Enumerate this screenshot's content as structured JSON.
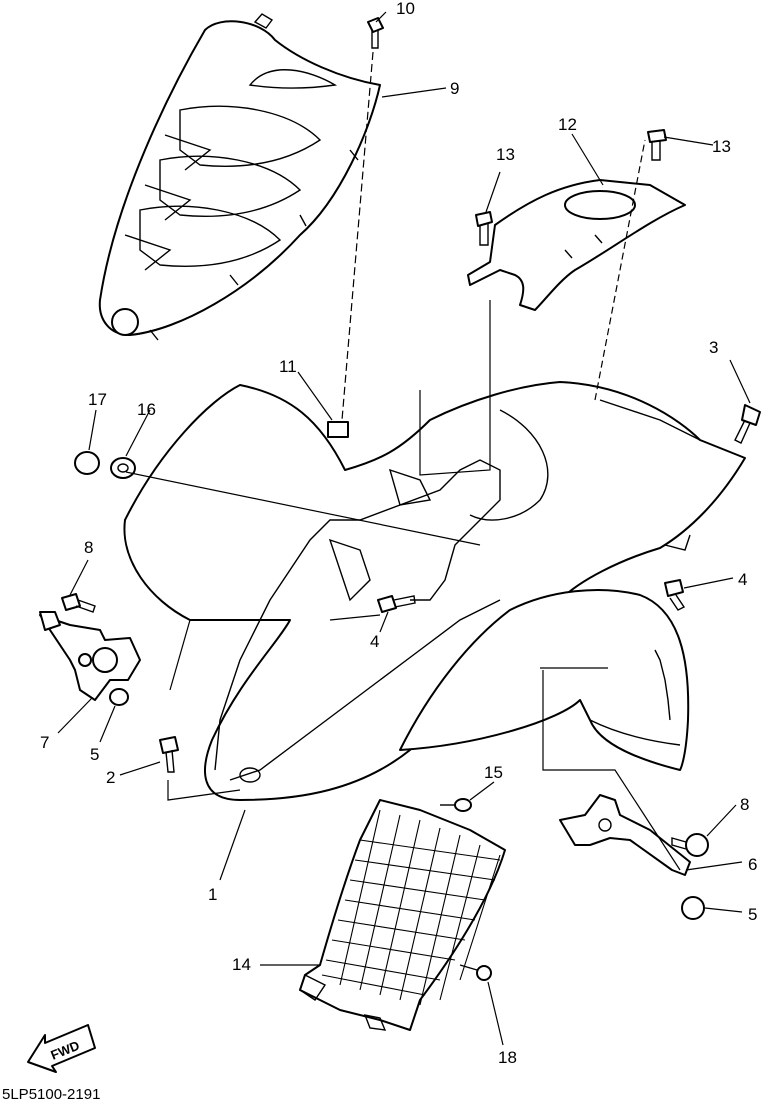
{
  "diagram_code": "5LP5100-2191",
  "fwd_label": "FWD",
  "callouts": [
    {
      "id": "c10",
      "text": "10"
    },
    {
      "id": "c9",
      "text": "9"
    },
    {
      "id": "c12",
      "text": "12"
    },
    {
      "id": "c13a",
      "text": "13"
    },
    {
      "id": "c13b",
      "text": "13"
    },
    {
      "id": "c3",
      "text": "3"
    },
    {
      "id": "c11",
      "text": "11"
    },
    {
      "id": "c17",
      "text": "17"
    },
    {
      "id": "c16",
      "text": "16"
    },
    {
      "id": "c8a",
      "text": "8"
    },
    {
      "id": "c4a",
      "text": "4"
    },
    {
      "id": "c4b",
      "text": "4"
    },
    {
      "id": "c7",
      "text": "7"
    },
    {
      "id": "c5a",
      "text": "5"
    },
    {
      "id": "c2",
      "text": "2"
    },
    {
      "id": "c15",
      "text": "15"
    },
    {
      "id": "c8b",
      "text": "8"
    },
    {
      "id": "c6",
      "text": "6"
    },
    {
      "id": "c5b",
      "text": "5"
    },
    {
      "id": "c1",
      "text": "1"
    },
    {
      "id": "c14",
      "text": "14"
    },
    {
      "id": "c18",
      "text": "18"
    }
  ]
}
